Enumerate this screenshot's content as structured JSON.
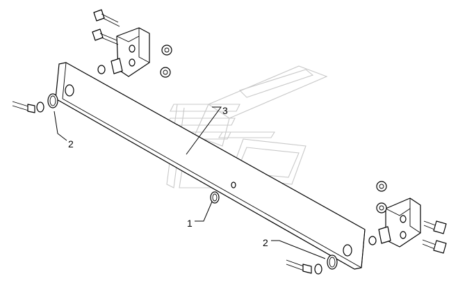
{
  "callouts": {
    "c1": "1",
    "c2_left": "2",
    "c2_right": "2",
    "c3": "3"
  }
}
